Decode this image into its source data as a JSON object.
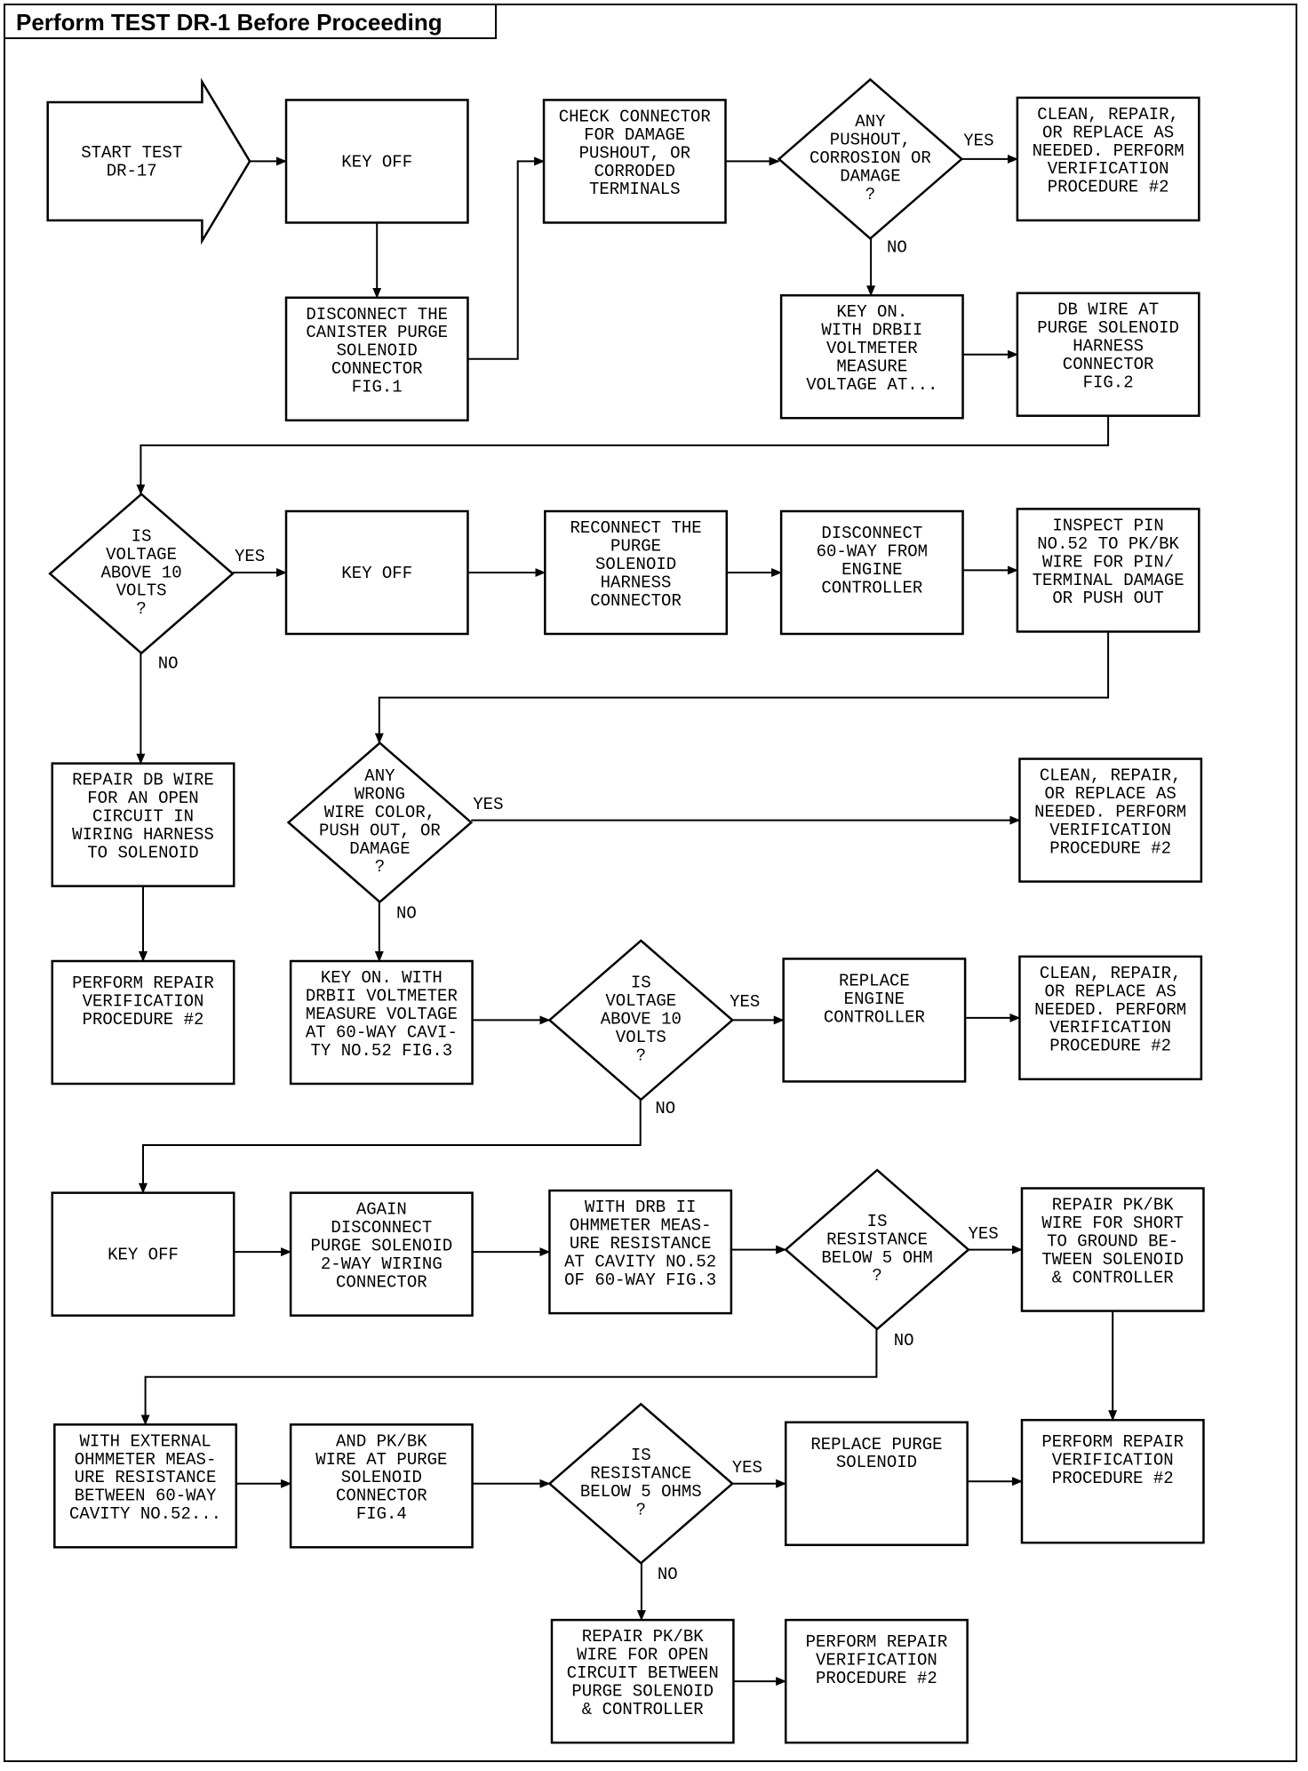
{
  "header": {
    "title": "Perform TEST DR-1 Before Proceeding"
  },
  "start": {
    "lines": [
      "START TEST",
      "DR-17"
    ]
  },
  "nodes": [
    {
      "id": "key_off_1",
      "lines": [
        "KEY OFF"
      ]
    },
    {
      "id": "disconnect_canister",
      "lines": [
        "DISCONNECT THE",
        "CANISTER PURGE",
        "SOLENOID",
        "CONNECTOR",
        "FIG.1"
      ]
    },
    {
      "id": "check_connector",
      "lines": [
        "CHECK CONNECTOR",
        "FOR DAMAGE",
        "PUSHOUT, OR",
        "CORRODED",
        "TERMINALS"
      ]
    },
    {
      "id": "any_pushout",
      "lines": [
        "ANY",
        "PUSHOUT,",
        "CORROSION OR",
        "DAMAGE",
        "?"
      ]
    },
    {
      "id": "clean_repair_1",
      "lines": [
        "CLEAN, REPAIR,",
        "OR REPLACE AS",
        "NEEDED. PERFORM",
        "VERIFICATION",
        "PROCEDURE #2"
      ]
    },
    {
      "id": "key_on_drbii",
      "lines": [
        "KEY ON.",
        "WITH DRBII",
        "VOLTMETER",
        "MEASURE",
        "VOLTAGE AT..."
      ]
    },
    {
      "id": "db_wire",
      "lines": [
        "DB WIRE AT",
        "PURGE SOLENOID",
        "HARNESS",
        "CONNECTOR",
        "FIG.2"
      ]
    },
    {
      "id": "voltage_above_1",
      "lines": [
        "IS",
        "VOLTAGE",
        "ABOVE 10",
        "VOLTS",
        "?"
      ]
    },
    {
      "id": "key_off_2",
      "lines": [
        "KEY OFF"
      ]
    },
    {
      "id": "reconnect",
      "lines": [
        "RECONNECT THE",
        "PURGE",
        "SOLENOID",
        "HARNESS",
        "CONNECTOR"
      ]
    },
    {
      "id": "disconnect_60",
      "lines": [
        "DISCONNECT",
        "60-WAY FROM",
        "ENGINE",
        "CONTROLLER"
      ]
    },
    {
      "id": "inspect_pin",
      "lines": [
        "INSPECT PIN",
        "NO.52 TO PK/BK",
        "WIRE FOR PIN/",
        "TERMINAL DAMAGE",
        "OR PUSH OUT"
      ]
    },
    {
      "id": "repair_db",
      "lines": [
        "REPAIR DB WIRE",
        "FOR AN OPEN",
        "CIRCUIT IN",
        "WIRING HARNESS",
        "TO SOLENOID"
      ]
    },
    {
      "id": "any_wrong",
      "lines": [
        "ANY",
        "WRONG",
        "WIRE COLOR,",
        "PUSH OUT, OR",
        "DAMAGE",
        "?"
      ]
    },
    {
      "id": "clean_repair_2",
      "lines": [
        "CLEAN, REPAIR,",
        "OR REPLACE AS",
        "NEEDED. PERFORM",
        "VERIFICATION",
        "PROCEDURE #2"
      ]
    },
    {
      "id": "perform_repair_1",
      "lines": [
        "PERFORM REPAIR",
        "VERIFICATION",
        "PROCEDURE #2"
      ]
    },
    {
      "id": "key_on_60",
      "lines": [
        "KEY ON. WITH",
        "DRBII VOLTMETER",
        "MEASURE VOLTAGE",
        "AT 60-WAY CAVI-",
        "TY NO.52 FIG.3"
      ]
    },
    {
      "id": "voltage_above_2",
      "lines": [
        "IS",
        "VOLTAGE",
        "ABOVE 10",
        "VOLTS",
        "?"
      ]
    },
    {
      "id": "replace_controller",
      "lines": [
        "REPLACE",
        "ENGINE",
        "CONTROLLER"
      ]
    },
    {
      "id": "clean_repair_3",
      "lines": [
        "CLEAN, REPAIR,",
        "OR REPLACE AS",
        "NEEDED. PERFORM",
        "VERIFICATION",
        "PROCEDURE #2"
      ]
    },
    {
      "id": "key_off_3",
      "lines": [
        "KEY OFF"
      ]
    },
    {
      "id": "again_disconnect",
      "lines": [
        "AGAIN",
        "DISCONNECT",
        "PURGE SOLENOID",
        "2-WAY WIRING",
        "CONNECTOR"
      ]
    },
    {
      "id": "with_drb_ohm",
      "lines": [
        "WITH DRB II",
        "OHMMETER MEAS-",
        "URE RESISTANCE",
        "AT CAVITY NO.52",
        "OF 60-WAY FIG.3"
      ]
    },
    {
      "id": "resistance_below_1",
      "lines": [
        "IS",
        "RESISTANCE",
        "BELOW 5 OHM",
        "?"
      ]
    },
    {
      "id": "repair_pkbk_short",
      "lines": [
        "REPAIR PK/BK",
        "WIRE FOR SHORT",
        "TO GROUND BE-",
        "TWEEN SOLENOID",
        "& CONTROLLER"
      ]
    },
    {
      "id": "with_external",
      "lines": [
        "WITH EXTERNAL",
        "OHMMETER MEAS-",
        "URE RESISTANCE",
        "BETWEEN 60-WAY",
        "CAVITY NO.52..."
      ]
    },
    {
      "id": "and_pkbk",
      "lines": [
        "AND PK/BK",
        "WIRE AT PURGE",
        "SOLENOID",
        "CONNECTOR",
        "FIG.4"
      ]
    },
    {
      "id": "resistance_below_2",
      "lines": [
        "IS",
        "RESISTANCE",
        "BELOW 5 OHMS",
        "?"
      ]
    },
    {
      "id": "replace_purge",
      "lines": [
        "REPLACE PURGE",
        "SOLENOID"
      ]
    },
    {
      "id": "perform_repair_2",
      "lines": [
        "PERFORM REPAIR",
        "VERIFICATION",
        "PROCEDURE #2"
      ]
    },
    {
      "id": "repair_pkbk_open",
      "lines": [
        "REPAIR PK/BK",
        "WIRE FOR OPEN",
        "CIRCUIT BETWEEN",
        "PURGE SOLENOID",
        "& CONTROLLER"
      ]
    },
    {
      "id": "perform_repair_3",
      "lines": [
        "PERFORM REPAIR",
        "VERIFICATION",
        "PROCEDURE #2"
      ]
    }
  ],
  "edge_labels": [
    {
      "id": "yes_1",
      "text": "YES"
    },
    {
      "id": "no_1",
      "text": "NO"
    },
    {
      "id": "yes_2",
      "text": "YES"
    },
    {
      "id": "no_2",
      "text": "NO"
    },
    {
      "id": "yes_3",
      "text": "YES"
    },
    {
      "id": "no_3",
      "text": "NO"
    },
    {
      "id": "yes_4",
      "text": "YES"
    },
    {
      "id": "no_4",
      "text": "NO"
    },
    {
      "id": "yes_5",
      "text": "YES"
    },
    {
      "id": "no_5",
      "text": "NO"
    },
    {
      "id": "yes_6",
      "text": "YES"
    },
    {
      "id": "no_6",
      "text": "NO"
    }
  ]
}
